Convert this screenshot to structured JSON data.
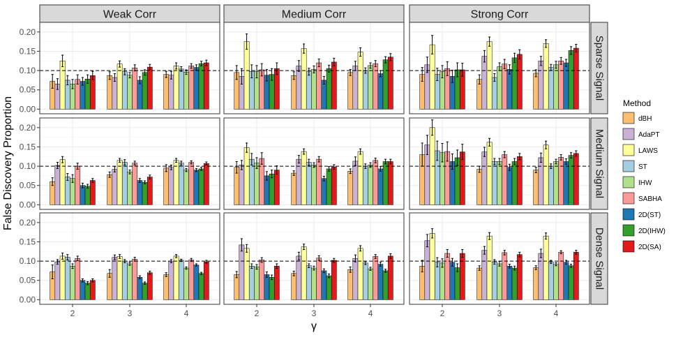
{
  "chart_data": {
    "type": "bar",
    "ylabel": "False Discovery Proportion",
    "xlabel": "γ",
    "categories": [
      "2",
      "3",
      "4"
    ],
    "ylim": [
      -0.012,
      0.225
    ],
    "yticks": [
      "0.00",
      "0.05",
      "0.10",
      "0.15",
      "0.20"
    ],
    "reference_line": 0.1,
    "columns": [
      "Weak Corr",
      "Medium Corr",
      "Strong Corr"
    ],
    "rows": [
      "Sparse Signal",
      "Medium Signal",
      "Dense Signal"
    ],
    "grid": true,
    "legend": {
      "title": "Method",
      "position": "right",
      "entries": [
        {
          "name": "dBH",
          "color": "#FDBF6F"
        },
        {
          "name": "AdaPT",
          "color": "#CAB2D6"
        },
        {
          "name": "LAWS",
          "color": "#FFFF99"
        },
        {
          "name": "ST",
          "color": "#A6CEE3"
        },
        {
          "name": "IHW",
          "color": "#B2DF8A"
        },
        {
          "name": "SABHA",
          "color": "#FB9A99"
        },
        {
          "name": "2D(ST)",
          "color": "#1F78B4"
        },
        {
          "name": "2D(IHW)",
          "color": "#33A02C"
        },
        {
          "name": "2D(SA)",
          "color": "#E31A1C"
        }
      ]
    },
    "panels": [
      {
        "row": 0,
        "col": 0,
        "values": [
          [
            0.072,
            0.065,
            0.125,
            0.075,
            0.065,
            0.077,
            0.072,
            0.078,
            0.087
          ],
          [
            0.087,
            0.082,
            0.117,
            0.097,
            0.088,
            0.107,
            0.075,
            0.095,
            0.109
          ],
          [
            0.09,
            0.088,
            0.112,
            0.104,
            0.096,
            0.112,
            0.108,
            0.118,
            0.12
          ]
        ],
        "errors": [
          [
            0.018,
            0.014,
            0.015,
            0.012,
            0.012,
            0.012,
            0.01,
            0.011,
            0.011
          ],
          [
            0.01,
            0.01,
            0.008,
            0.008,
            0.007,
            0.008,
            0.009,
            0.007,
            0.007
          ],
          [
            0.008,
            0.01,
            0.008,
            0.006,
            0.006,
            0.006,
            0.007,
            0.006,
            0.007
          ]
        ]
      },
      {
        "row": 0,
        "col": 1,
        "values": [
          [
            0.095,
            0.085,
            0.175,
            0.098,
            0.097,
            0.102,
            0.088,
            0.09,
            0.105
          ],
          [
            0.087,
            0.112,
            0.157,
            0.097,
            0.103,
            0.12,
            0.075,
            0.105,
            0.122
          ],
          [
            0.095,
            0.112,
            0.148,
            0.1,
            0.113,
            0.118,
            0.092,
            0.128,
            0.135
          ]
        ],
        "errors": [
          [
            0.018,
            0.02,
            0.02,
            0.017,
            0.016,
            0.016,
            0.015,
            0.015,
            0.015
          ],
          [
            0.01,
            0.014,
            0.012,
            0.009,
            0.009,
            0.01,
            0.01,
            0.009,
            0.01
          ],
          [
            0.008,
            0.012,
            0.011,
            0.007,
            0.007,
            0.008,
            0.008,
            0.008,
            0.009
          ]
        ]
      },
      {
        "row": 0,
        "col": 2,
        "values": [
          [
            0.09,
            0.115,
            0.167,
            0.09,
            0.097,
            0.105,
            0.085,
            0.102,
            0.102
          ],
          [
            0.077,
            0.137,
            0.175,
            0.082,
            0.11,
            0.117,
            0.103,
            0.133,
            0.142
          ],
          [
            0.093,
            0.125,
            0.17,
            0.108,
            0.115,
            0.125,
            0.12,
            0.152,
            0.158
          ]
        ],
        "errors": [
          [
            0.018,
            0.02,
            0.024,
            0.016,
            0.016,
            0.018,
            0.016,
            0.018,
            0.017
          ],
          [
            0.012,
            0.015,
            0.012,
            0.01,
            0.01,
            0.012,
            0.012,
            0.012,
            0.012
          ],
          [
            0.009,
            0.012,
            0.01,
            0.008,
            0.009,
            0.009,
            0.009,
            0.01,
            0.01
          ]
        ]
      },
      {
        "row": 1,
        "col": 0,
        "values": [
          [
            0.06,
            0.102,
            0.117,
            0.072,
            0.068,
            0.1,
            0.05,
            0.048,
            0.063
          ],
          [
            0.078,
            0.092,
            0.115,
            0.11,
            0.085,
            0.108,
            0.063,
            0.058,
            0.072
          ],
          [
            0.095,
            0.097,
            0.115,
            0.108,
            0.09,
            0.11,
            0.09,
            0.093,
            0.107
          ]
        ],
        "errors": [
          [
            0.01,
            0.008,
            0.008,
            0.009,
            0.01,
            0.008,
            0.006,
            0.005,
            0.005
          ],
          [
            0.007,
            0.007,
            0.005,
            0.007,
            0.005,
            0.005,
            0.005,
            0.004,
            0.005
          ],
          [
            0.009,
            0.006,
            0.005,
            0.005,
            0.004,
            0.004,
            0.004,
            0.004,
            0.004
          ]
        ]
      },
      {
        "row": 1,
        "col": 1,
        "values": [
          [
            0.097,
            0.103,
            0.148,
            0.118,
            0.108,
            0.12,
            0.075,
            0.08,
            0.09
          ],
          [
            0.082,
            0.118,
            0.138,
            0.11,
            0.103,
            0.118,
            0.068,
            0.093,
            0.098
          ],
          [
            0.087,
            0.113,
            0.138,
            0.1,
            0.103,
            0.115,
            0.093,
            0.112,
            0.112
          ]
        ],
        "errors": [
          [
            0.015,
            0.012,
            0.012,
            0.015,
            0.014,
            0.015,
            0.011,
            0.01,
            0.011
          ],
          [
            0.006,
            0.01,
            0.007,
            0.008,
            0.006,
            0.007,
            0.006,
            0.006,
            0.006
          ],
          [
            0.006,
            0.011,
            0.007,
            0.006,
            0.006,
            0.006,
            0.006,
            0.006,
            0.006
          ]
        ]
      },
      {
        "row": 1,
        "col": 2,
        "values": [
          [
            0.13,
            0.155,
            0.2,
            0.14,
            0.135,
            0.138,
            0.112,
            0.122,
            0.137
          ],
          [
            0.092,
            0.137,
            0.162,
            0.112,
            0.112,
            0.13,
            0.097,
            0.112,
            0.125
          ],
          [
            0.09,
            0.122,
            0.155,
            0.1,
            0.112,
            0.123,
            0.112,
            0.128,
            0.133
          ]
        ],
        "errors": [
          [
            0.03,
            0.025,
            0.02,
            0.025,
            0.024,
            0.025,
            0.02,
            0.02,
            0.02
          ],
          [
            0.008,
            0.012,
            0.01,
            0.008,
            0.008,
            0.008,
            0.008,
            0.008,
            0.008
          ],
          [
            0.007,
            0.012,
            0.01,
            0.006,
            0.006,
            0.007,
            0.007,
            0.007,
            0.007
          ]
        ]
      },
      {
        "row": 2,
        "col": 0,
        "values": [
          [
            0.072,
            0.098,
            0.113,
            0.11,
            0.087,
            0.107,
            0.05,
            0.043,
            0.05
          ],
          [
            0.068,
            0.11,
            0.112,
            0.1,
            0.093,
            0.105,
            0.058,
            0.043,
            0.07
          ],
          [
            0.065,
            0.1,
            0.113,
            0.102,
            0.082,
            0.103,
            0.09,
            0.068,
            0.098
          ]
        ],
        "errors": [
          [
            0.018,
            0.006,
            0.008,
            0.007,
            0.006,
            0.006,
            0.004,
            0.004,
            0.004
          ],
          [
            0.01,
            0.006,
            0.005,
            0.004,
            0.004,
            0.005,
            0.004,
            0.003,
            0.004
          ],
          [
            0.005,
            0.004,
            0.004,
            0.003,
            0.003,
            0.004,
            0.003,
            0.003,
            0.004
          ]
        ]
      },
      {
        "row": 2,
        "col": 1,
        "values": [
          [
            0.065,
            0.142,
            0.133,
            0.087,
            0.085,
            0.103,
            0.065,
            0.058,
            0.087
          ],
          [
            0.068,
            0.113,
            0.137,
            0.088,
            0.082,
            0.108,
            0.075,
            0.062,
            0.102
          ],
          [
            0.078,
            0.107,
            0.133,
            0.095,
            0.08,
            0.112,
            0.092,
            0.075,
            0.113
          ]
        ],
        "errors": [
          [
            0.008,
            0.016,
            0.01,
            0.006,
            0.006,
            0.006,
            0.007,
            0.006,
            0.006
          ],
          [
            0.006,
            0.01,
            0.007,
            0.005,
            0.005,
            0.006,
            0.005,
            0.005,
            0.005
          ],
          [
            0.007,
            0.009,
            0.007,
            0.004,
            0.004,
            0.005,
            0.005,
            0.004,
            0.006
          ]
        ]
      },
      {
        "row": 2,
        "col": 2,
        "values": [
          [
            0.087,
            0.153,
            0.172,
            0.097,
            0.095,
            0.12,
            0.097,
            0.083,
            0.12
          ],
          [
            0.082,
            0.128,
            0.165,
            0.098,
            0.093,
            0.122,
            0.087,
            0.082,
            0.117
          ],
          [
            0.083,
            0.12,
            0.165,
            0.098,
            0.092,
            0.123,
            0.097,
            0.088,
            0.123
          ]
        ],
        "errors": [
          [
            0.015,
            0.016,
            0.012,
            0.012,
            0.011,
            0.01,
            0.01,
            0.01,
            0.01
          ],
          [
            0.006,
            0.01,
            0.009,
            0.006,
            0.006,
            0.006,
            0.005,
            0.005,
            0.006
          ],
          [
            0.005,
            0.011,
            0.008,
            0.004,
            0.004,
            0.004,
            0.005,
            0.004,
            0.005
          ]
        ]
      }
    ]
  }
}
